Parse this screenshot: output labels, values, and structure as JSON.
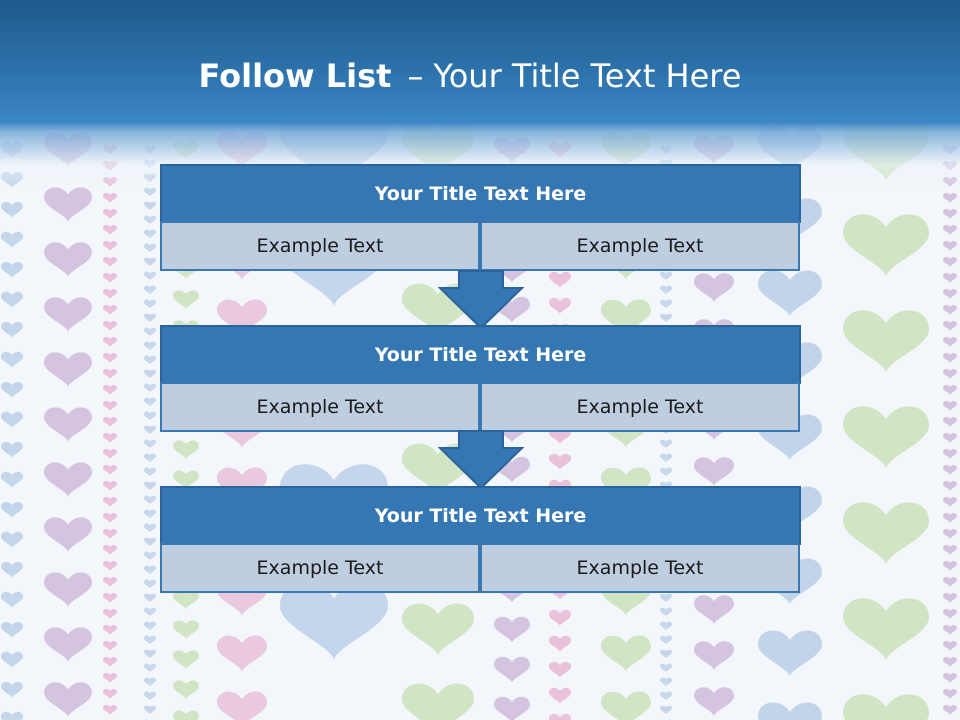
{
  "slide": {
    "title_bold": "Follow List",
    "title_dash": "–",
    "title_rest": "Your Title Text Here"
  },
  "steps": [
    {
      "title": "Your Title Text Here",
      "left": "Example Text",
      "right": "Example Text"
    },
    {
      "title": "Your Title Text Here",
      "left": "Example Text",
      "right": "Example Text"
    },
    {
      "title": "Your Title Text Here",
      "left": "Example Text",
      "right": "Example Text"
    }
  ],
  "colors": {
    "header_blue": "#2a6ea6",
    "title_bar": "#3577b2",
    "cell_fill": "#bfcde0",
    "arrow_fill": "#3577b2",
    "heart_pink": "#e6b3d0",
    "heart_green": "#c8e0b8",
    "heart_blue": "#b4cbe6",
    "heart_purple": "#cdb6da"
  },
  "icons": {
    "down_arrow": "down-arrow-icon",
    "background_motif": "heart-icon"
  }
}
